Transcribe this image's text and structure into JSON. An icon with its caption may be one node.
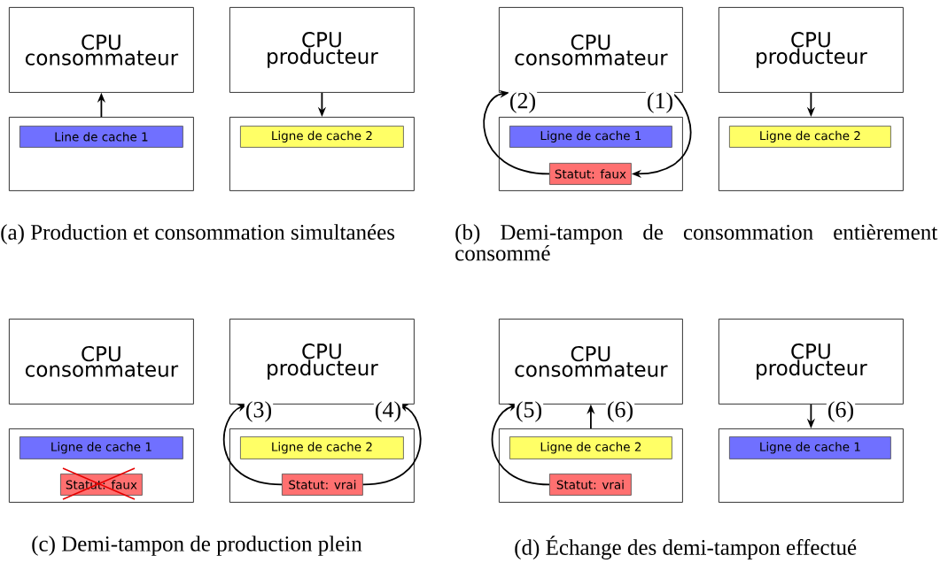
{
  "diagram": {
    "nodes": [
      {
        "text": [
          "CPU consommateur"
        ]
      },
      {
        "text": [],
        "shape": "box"
      },
      {
        "text": [
          "Line de cache 1"
        ],
        "in": 1
      },
      {
        "text": [
          "CPU producteur"
        ]
      },
      {
        "text": [],
        "shape": "box"
      },
      {
        "text": [
          "Ligne de cache 2"
        ],
        "in": 4
      },
      {
        "text": [
          "CPU consommateur"
        ]
      },
      {
        "text": [],
        "shape": "box"
      },
      {
        "text": [
          "Ligne de cache 1"
        ],
        "in": 7
      },
      {
        "text": [
          "Statut: faux"
        ],
        "in": 7
      },
      {
        "text": [
          "CPU producteur"
        ]
      },
      {
        "text": [],
        "shape": "box"
      },
      {
        "text": [
          "Ligne de cache 2"
        ],
        "in": 11
      },
      {
        "text": [
          "CPU consommateur"
        ]
      },
      {
        "text": [],
        "shape": "box"
      },
      {
        "text": [
          "Ligne de cache 1"
        ],
        "in": 14
      },
      {
        "text": [
          "Statut: faux"
        ],
        "in": 14
      },
      {
        "text": [
          "CPU producteur"
        ]
      },
      {
        "text": [],
        "shape": "box"
      },
      {
        "text": [
          "Ligne de cache 2"
        ],
        "in": 18
      },
      {
        "text": [
          "Statut: vrai"
        ],
        "in": 18
      },
      {
        "text": [
          "CPU consommateur"
        ]
      },
      {
        "text": [],
        "shape": "box"
      },
      {
        "text": [
          "Ligne de cache 2"
        ],
        "in": 22
      },
      {
        "text": [
          "Statut: vrai"
        ],
        "in": 22
      },
      {
        "text": [
          "CPU producteur"
        ]
      },
      {
        "text": [],
        "shape": "box"
      },
      {
        "text": [
          "Ligne de cache 1"
        ],
        "in": 26
      }
    ],
    "edges": [
      {
        "from": 1,
        "to": 0,
        "arrow": "to"
      },
      {
        "from": 3,
        "to": 4,
        "arrow": "to"
      },
      {
        "from": 6,
        "to": 9,
        "arrow": "to",
        "label": "(1)"
      },
      {
        "from": 9,
        "to": 6,
        "arrow": "to",
        "label": "(2)"
      },
      {
        "from": 10,
        "to": 11,
        "arrow": "to"
      },
      {
        "from": 20,
        "to": 17,
        "arrow": "to",
        "label": "(3)"
      },
      {
        "from": 20,
        "to": 17,
        "arrow": "to",
        "label": "(4)"
      },
      {
        "from": 24,
        "to": 21,
        "arrow": "to",
        "label": "(5)"
      },
      {
        "from": 22,
        "to": 21,
        "arrow": "to",
        "label": "(6)"
      },
      {
        "from": 25,
        "to": 26,
        "arrow": "to",
        "label": "(6)"
      }
    ],
    "labels": [
      "(a) Production et consommation simultanées",
      "(b) Demi-tampon de consommation entièrement consommé",
      "(c) Demi-tampon de production plein",
      "(d) Échange des demi-tampon effectué"
    ]
  }
}
